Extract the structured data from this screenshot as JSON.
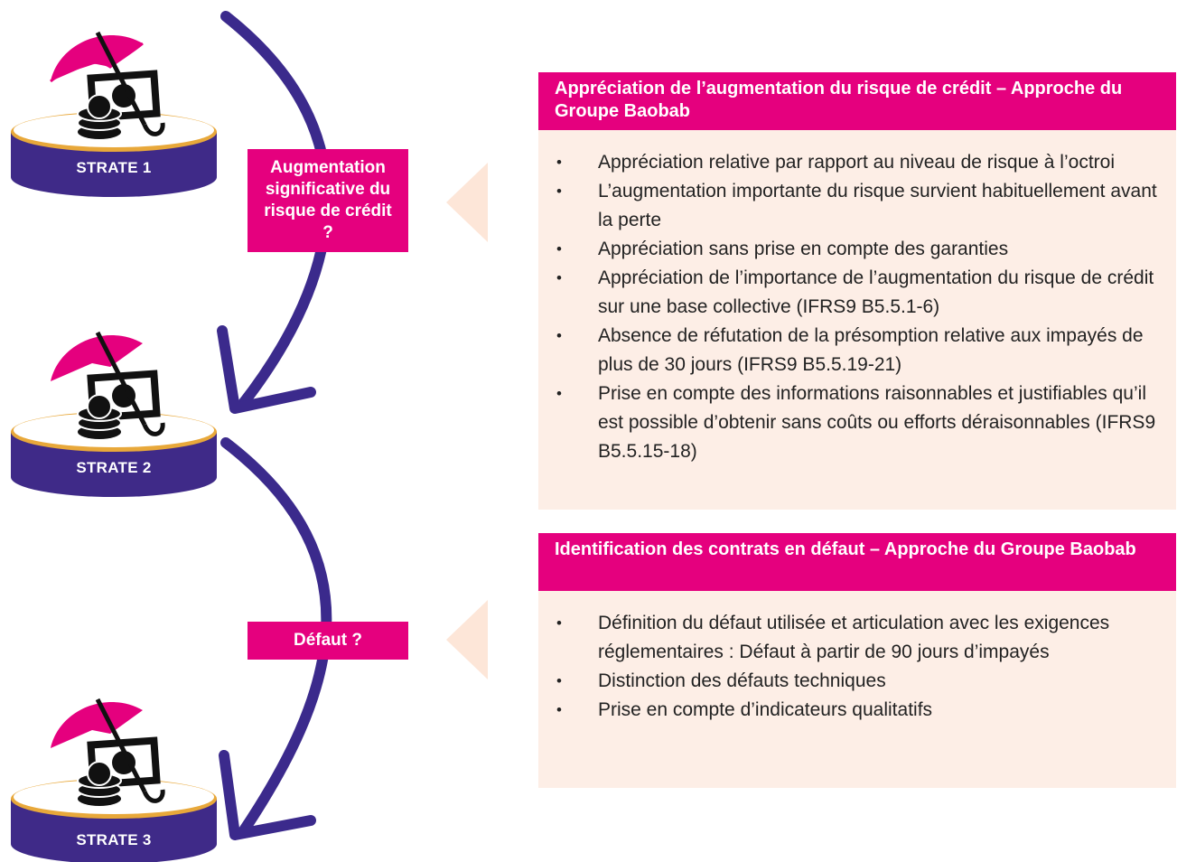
{
  "colors": {
    "accent": "#e5007e",
    "arrow": "#3b2a8c",
    "drum": "#3f2a88",
    "drum_rim": "#e8a83a",
    "panel_bg": "#fdeee6",
    "chevron": "#fde6d8"
  },
  "strates": [
    {
      "label": "STRATE 1",
      "icon": "umbrella-money-icon"
    },
    {
      "label": "STRATE 2",
      "icon": "umbrella-money-icon"
    },
    {
      "label": "STRATE 3",
      "icon": "umbrella-money-icon"
    }
  ],
  "questions": {
    "credit_risk": "Augmentation significative du risque de crédit ?",
    "default": "Défaut ?"
  },
  "panels": [
    {
      "title": "Appréciation de l’augmentation du risque de crédit – Approche du Groupe Baobab",
      "bullets": [
        "Appréciation relative par rapport au niveau de risque à l’octroi",
        "L’augmentation importante du risque survient habituellement avant la perte",
        "Appréciation sans prise en compte des garanties",
        "Appréciation de l’importance de l’augmentation du risque de crédit sur une base collective (IFRS9 B5.5.1-6)",
        "Absence de réfutation de la présomption relative aux impayés de plus de 30 jours (IFRS9 B5.5.19-21)",
        "Prise en compte des informations raisonnables et justifiables qu’il est possible d’obtenir sans coûts ou efforts déraisonnables (IFRS9 B5.5.15-18)"
      ]
    },
    {
      "title": "Identification des contrats en défaut – Approche du Groupe Baobab",
      "bullets": [
        "Définition du défaut utilisée et articulation avec les exigences réglementaires : Défaut à partir de 90 jours d’impayés",
        "Distinction des défauts techniques",
        "Prise en compte d’indicateurs qualitatifs"
      ]
    }
  ]
}
